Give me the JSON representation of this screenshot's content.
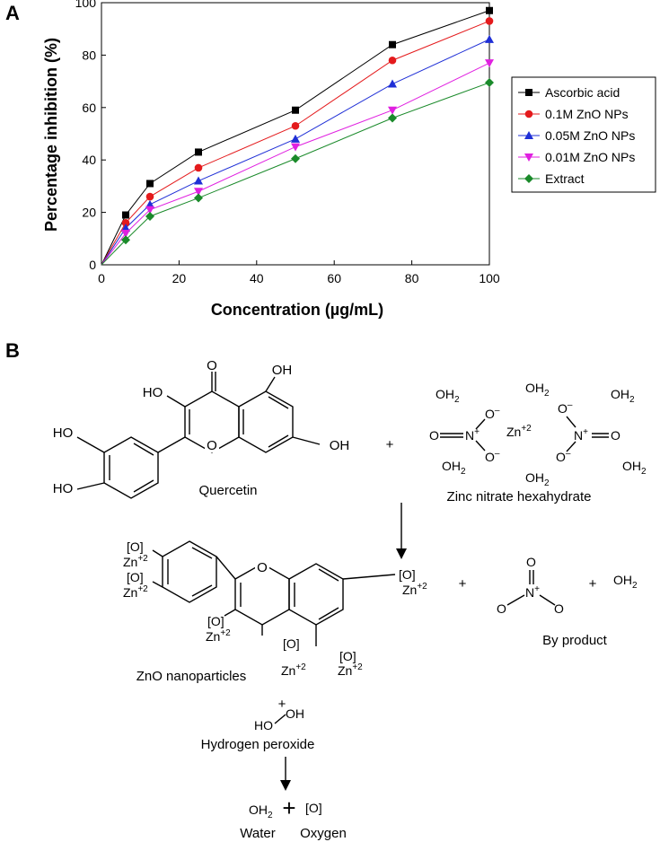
{
  "panel_a": {
    "letter": "A"
  },
  "panel_b": {
    "letter": "B"
  },
  "chart_data": {
    "type": "line",
    "title": "",
    "xlabel": "Concentration (µg/mL)",
    "ylabel": "Percentage inhibition (%)",
    "xlim": [
      0,
      100
    ],
    "ylim": [
      0,
      100
    ],
    "xticks": [
      "0",
      "20",
      "40",
      "60",
      "80",
      "100"
    ],
    "yticks": [
      "0",
      "20",
      "40",
      "60",
      "80",
      "100"
    ],
    "grid": false,
    "legend_position": "right",
    "x": [
      0,
      6.25,
      12.5,
      25,
      50,
      75,
      100
    ],
    "series": [
      {
        "name": "Ascorbic acid",
        "color": "#000000",
        "marker": "square",
        "values": [
          0,
          19,
          31,
          43,
          59,
          84,
          97
        ]
      },
      {
        "name": "0.1M ZnO NPs",
        "color": "#e41a1c",
        "marker": "circle",
        "values": [
          0,
          16,
          26,
          37,
          53,
          78,
          93
        ]
      },
      {
        "name": "0.05M ZnO NPs",
        "color": "#1f2fd6",
        "marker": "triangle-up",
        "values": [
          0,
          14,
          23,
          32,
          48,
          69,
          86
        ]
      },
      {
        "name": "0.01M ZnO NPs",
        "color": "#e020e0",
        "marker": "triangle-down",
        "values": [
          0,
          12,
          21,
          28,
          45,
          59,
          77
        ]
      },
      {
        "name": "Extract",
        "color": "#1a8a2a",
        "marker": "diamond",
        "values": [
          0,
          9.5,
          18.5,
          25.5,
          40.5,
          56,
          69.5
        ]
      }
    ]
  },
  "scheme": {
    "quercetin": {
      "name": "Quercetin",
      "o_top": "O",
      "oh_top_right": "OH",
      "oh_left": "HO",
      "oh_bottom_right": "OH",
      "ring_o": "O",
      "oh_a": "HO",
      "oh_b": "HO"
    },
    "plus_1": "+",
    "zinc": {
      "name": "Zinc nitrate hexahydrate",
      "water": "OH",
      "water_sub": "2",
      "zn": "Zn",
      "zn_charge": "+2",
      "o_minus": "O",
      "minus": "–",
      "n_plus": "N",
      "plus": "+",
      "o": "O"
    },
    "product": {
      "name": "ZnO nanoparticles",
      "ox": "[O]",
      "zn": "Zn",
      "zn_charge": "+2",
      "ring_o": "O",
      "plus_2": "+",
      "plus_3": "+",
      "byproduct": "By product",
      "nitrate_n": "N",
      "nitrate_plus": "+",
      "nitrate_o": "O",
      "water": "OH",
      "water_sub": "2"
    },
    "peroxide": {
      "plus": "+",
      "left": "HO",
      "right": "OH",
      "name": "Hydrogen peroxide"
    },
    "final": {
      "water": "OH",
      "water_sub": "2",
      "plus": "+",
      "oxygen_formula": "[O]",
      "water_label": "Water",
      "oxygen_label": "Oxygen"
    }
  }
}
